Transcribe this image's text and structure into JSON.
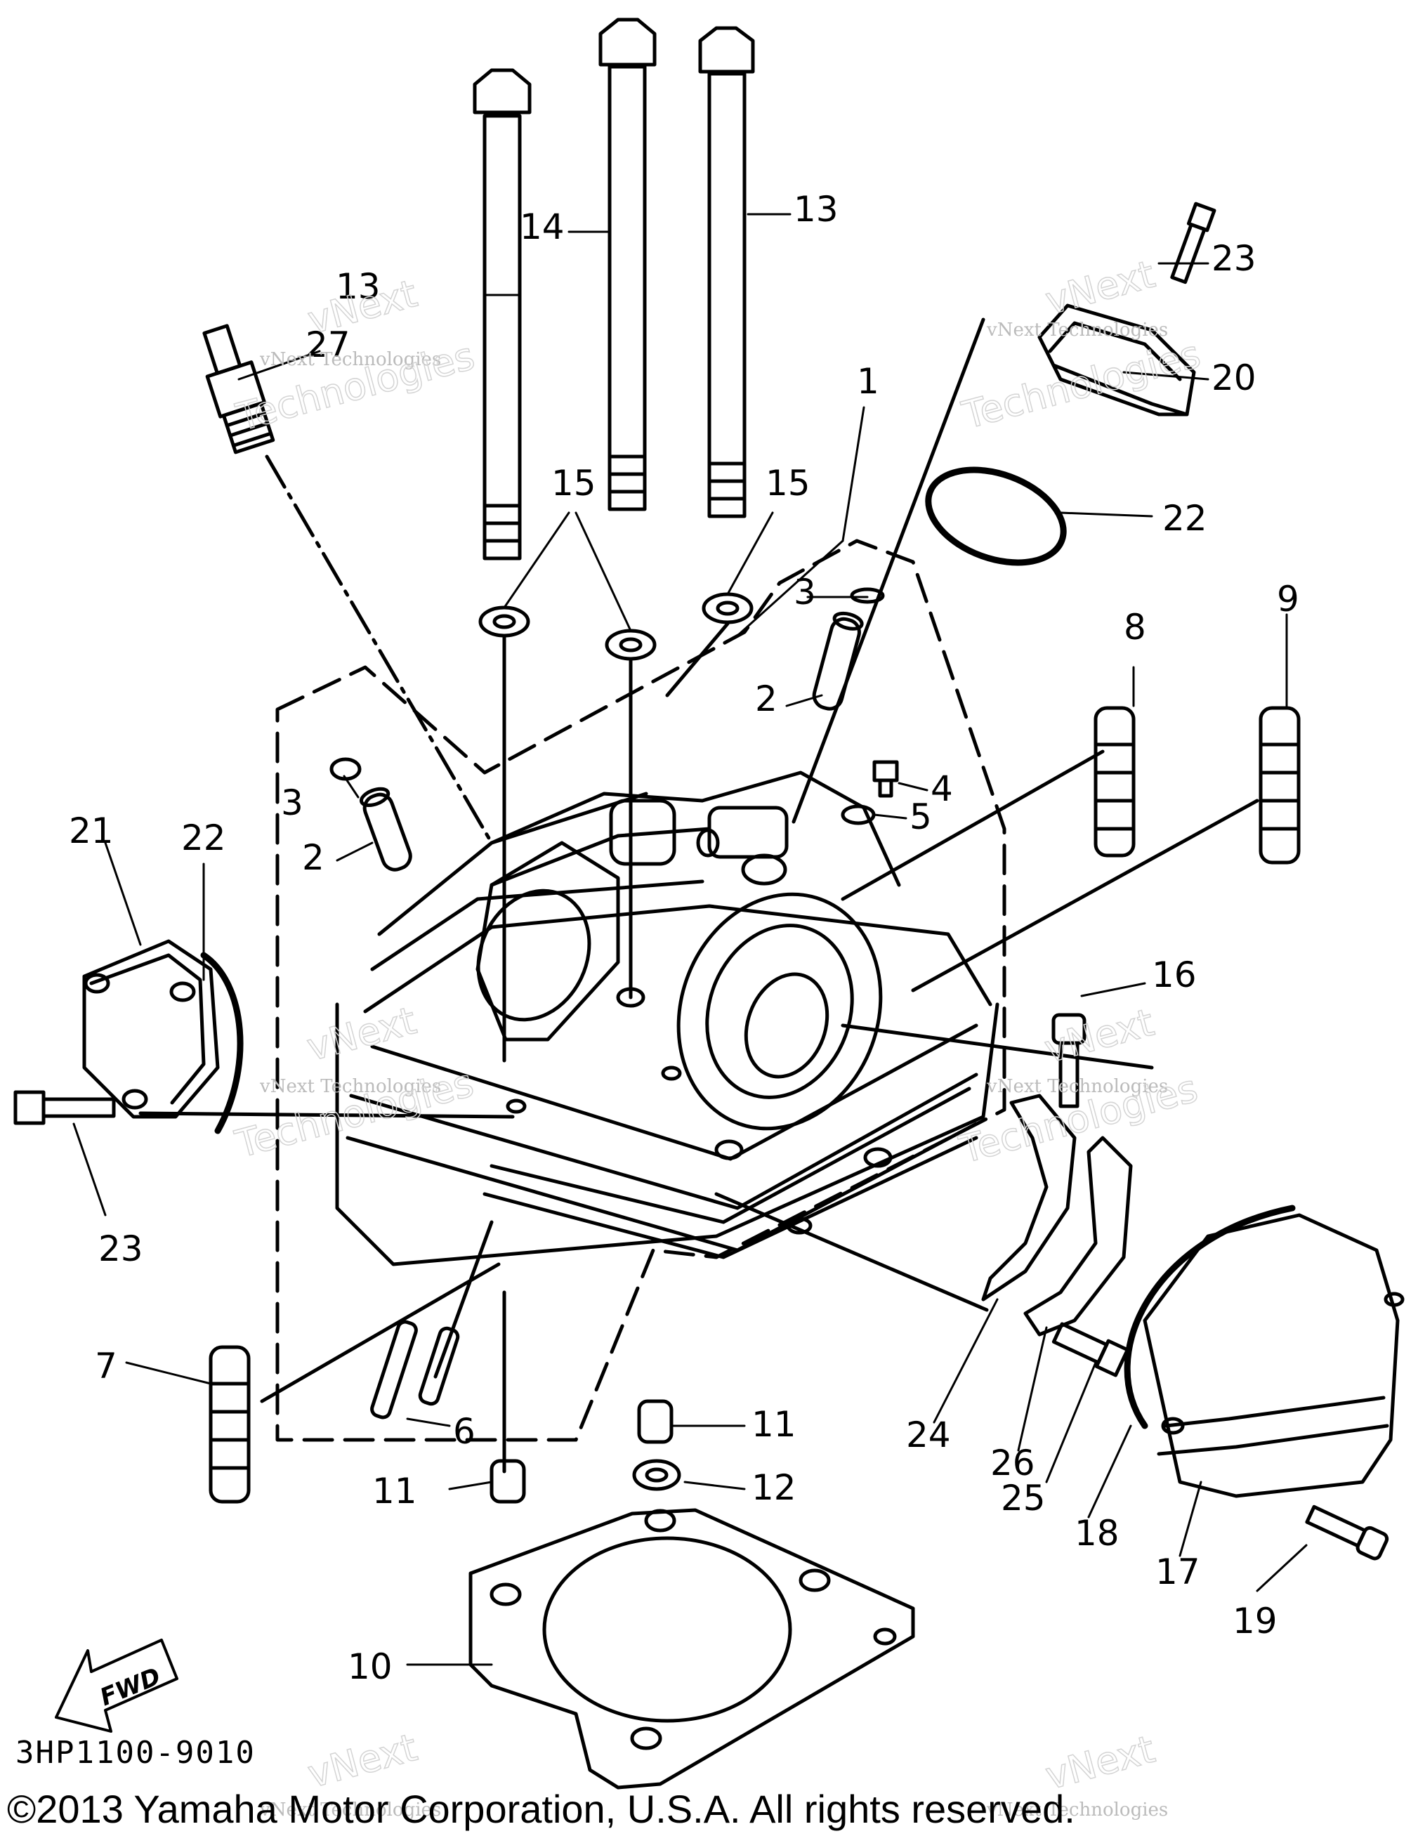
{
  "diagram": {
    "part_code": "3HP1100-9010",
    "copyright": "©2013 Yamaha Motor Corporation, U.S.A. All rights reserved.",
    "direction_label": "FWD",
    "watermark": {
      "line1": "vNext Technologies",
      "big_line1": "vNext",
      "big_line2": "Technologies"
    },
    "callouts": [
      {
        "label": "1"
      },
      {
        "label": "2"
      },
      {
        "label": "2"
      },
      {
        "label": "3"
      },
      {
        "label": "3"
      },
      {
        "label": "4"
      },
      {
        "label": "5"
      },
      {
        "label": "6"
      },
      {
        "label": "7"
      },
      {
        "label": "8"
      },
      {
        "label": "9"
      },
      {
        "label": "10"
      },
      {
        "label": "11"
      },
      {
        "label": "11"
      },
      {
        "label": "12"
      },
      {
        "label": "13"
      },
      {
        "label": "13"
      },
      {
        "label": "14"
      },
      {
        "label": "15"
      },
      {
        "label": "15"
      },
      {
        "label": "16"
      },
      {
        "label": "17"
      },
      {
        "label": "18"
      },
      {
        "label": "19"
      },
      {
        "label": "20"
      },
      {
        "label": "21"
      },
      {
        "label": "22"
      },
      {
        "label": "22"
      },
      {
        "label": "23"
      },
      {
        "label": "23"
      },
      {
        "label": "24"
      },
      {
        "label": "25"
      },
      {
        "label": "26"
      },
      {
        "label": "27"
      }
    ]
  }
}
